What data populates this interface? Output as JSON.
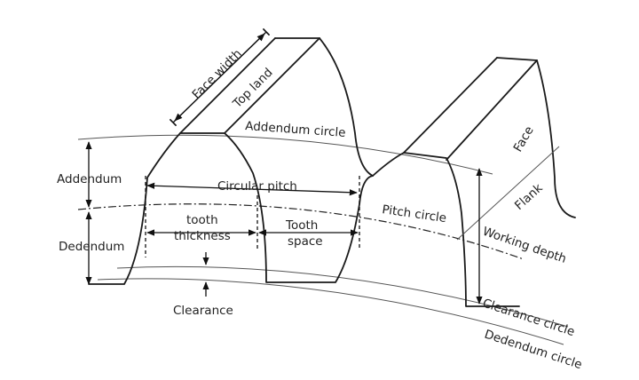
{
  "diagram": {
    "labels": {
      "face_width": "Face width",
      "top_land": "Top land",
      "addendum_circle": "Addendum circle",
      "face": "Face",
      "flank": "Flank",
      "addendum": "Addendum",
      "circular_pitch": "Circular pitch",
      "pitch_circle": "Pitch circle",
      "dedendum": "Dedendum",
      "tooth_thickness_line1": "tooth",
      "tooth_thickness_line2": "thickness",
      "tooth_space_line1": "Tooth",
      "tooth_space_line2": "space",
      "working_depth": "Working depth",
      "clearance": "Clearance",
      "clearance_circle": "Clearance circle",
      "dedendum_circle": "Dedendum circle"
    },
    "colors": {
      "line": "#1a1a1a",
      "text": "#222222",
      "background": "#ffffff"
    }
  }
}
